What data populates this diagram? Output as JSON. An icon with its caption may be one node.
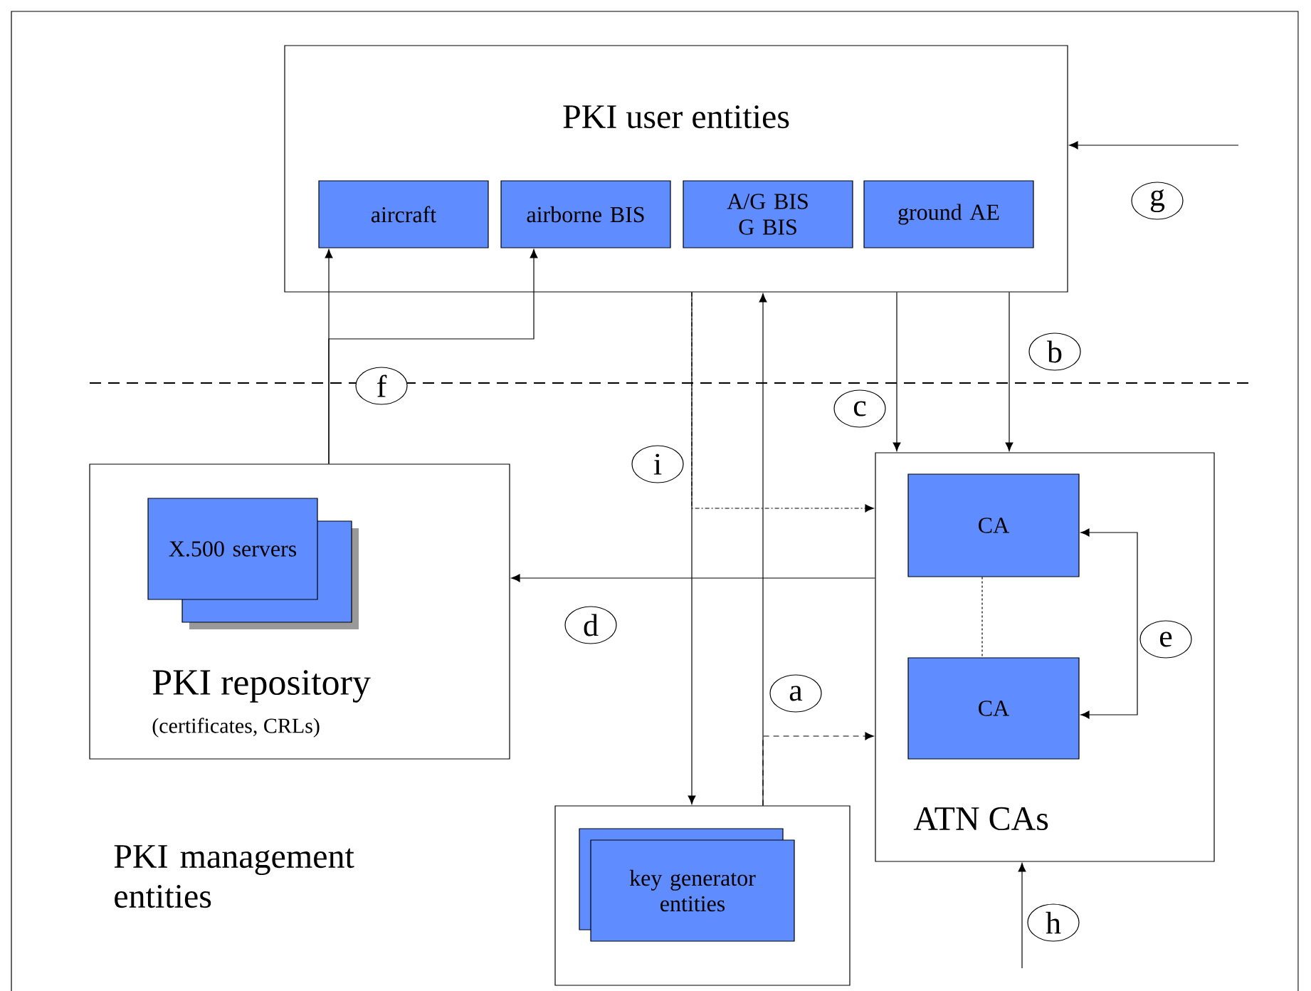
{
  "diagram": {
    "nodes": [
      {
        "text": [
          "PKI user entities"
        ]
      },
      {
        "text": [
          "aircraft"
        ],
        "in": 0
      },
      {
        "text": [
          "airborne BIS"
        ],
        "in": 0
      },
      {
        "text": [
          "A/G BIS G BIS"
        ],
        "in": 0
      },
      {
        "text": [
          "ground AE"
        ],
        "in": 0
      },
      {
        "text": [
          "PKI repository",
          "(certificates, CRLs)"
        ]
      },
      {
        "text": [
          "X.500 servers"
        ],
        "in": 5
      },
      {
        "text": [
          "ATN CAs"
        ]
      },
      {
        "text": [
          "CA"
        ],
        "in": 7
      },
      {
        "text": [
          "CA"
        ],
        "in": 7
      },
      {
        "text": [],
        "shape": "box"
      },
      {
        "text": [
          "key generator entities"
        ],
        "in": 10
      }
    ],
    "edges": [
      {
        "from": 5,
        "to": 1,
        "arrow": "to",
        "label": "f"
      },
      {
        "from": 5,
        "to": 2,
        "arrow": "to"
      },
      {
        "from": 0,
        "to": 7,
        "arrow": "to",
        "label": "c"
      },
      {
        "from": 0,
        "to": 7,
        "arrow": "to",
        "label": "b"
      },
      {
        "from": null,
        "to": 0,
        "arrow": "to",
        "label": "g"
      },
      {
        "from": null,
        "to": 7,
        "arrow": "to",
        "label": "h"
      },
      {
        "from": 7,
        "to": 5,
        "arrow": "to",
        "label": "d"
      },
      {
        "from": 8,
        "to": 9,
        "arrow": "both",
        "label": "e"
      },
      {
        "from": 8,
        "to": 9,
        "arrow": "none",
        "style": "dashed"
      },
      {
        "from": 0,
        "to": 10,
        "arrow": "to",
        "label": "i"
      },
      {
        "from": 0,
        "to": 7,
        "arrow": "to",
        "style": "dashed"
      },
      {
        "from": 10,
        "to": 0,
        "arrow": "to"
      },
      {
        "from": 10,
        "to": 7,
        "arrow": "to",
        "style": "dashed",
        "label": "a"
      }
    ],
    "labels": [
      "PKI management entities"
    ]
  }
}
